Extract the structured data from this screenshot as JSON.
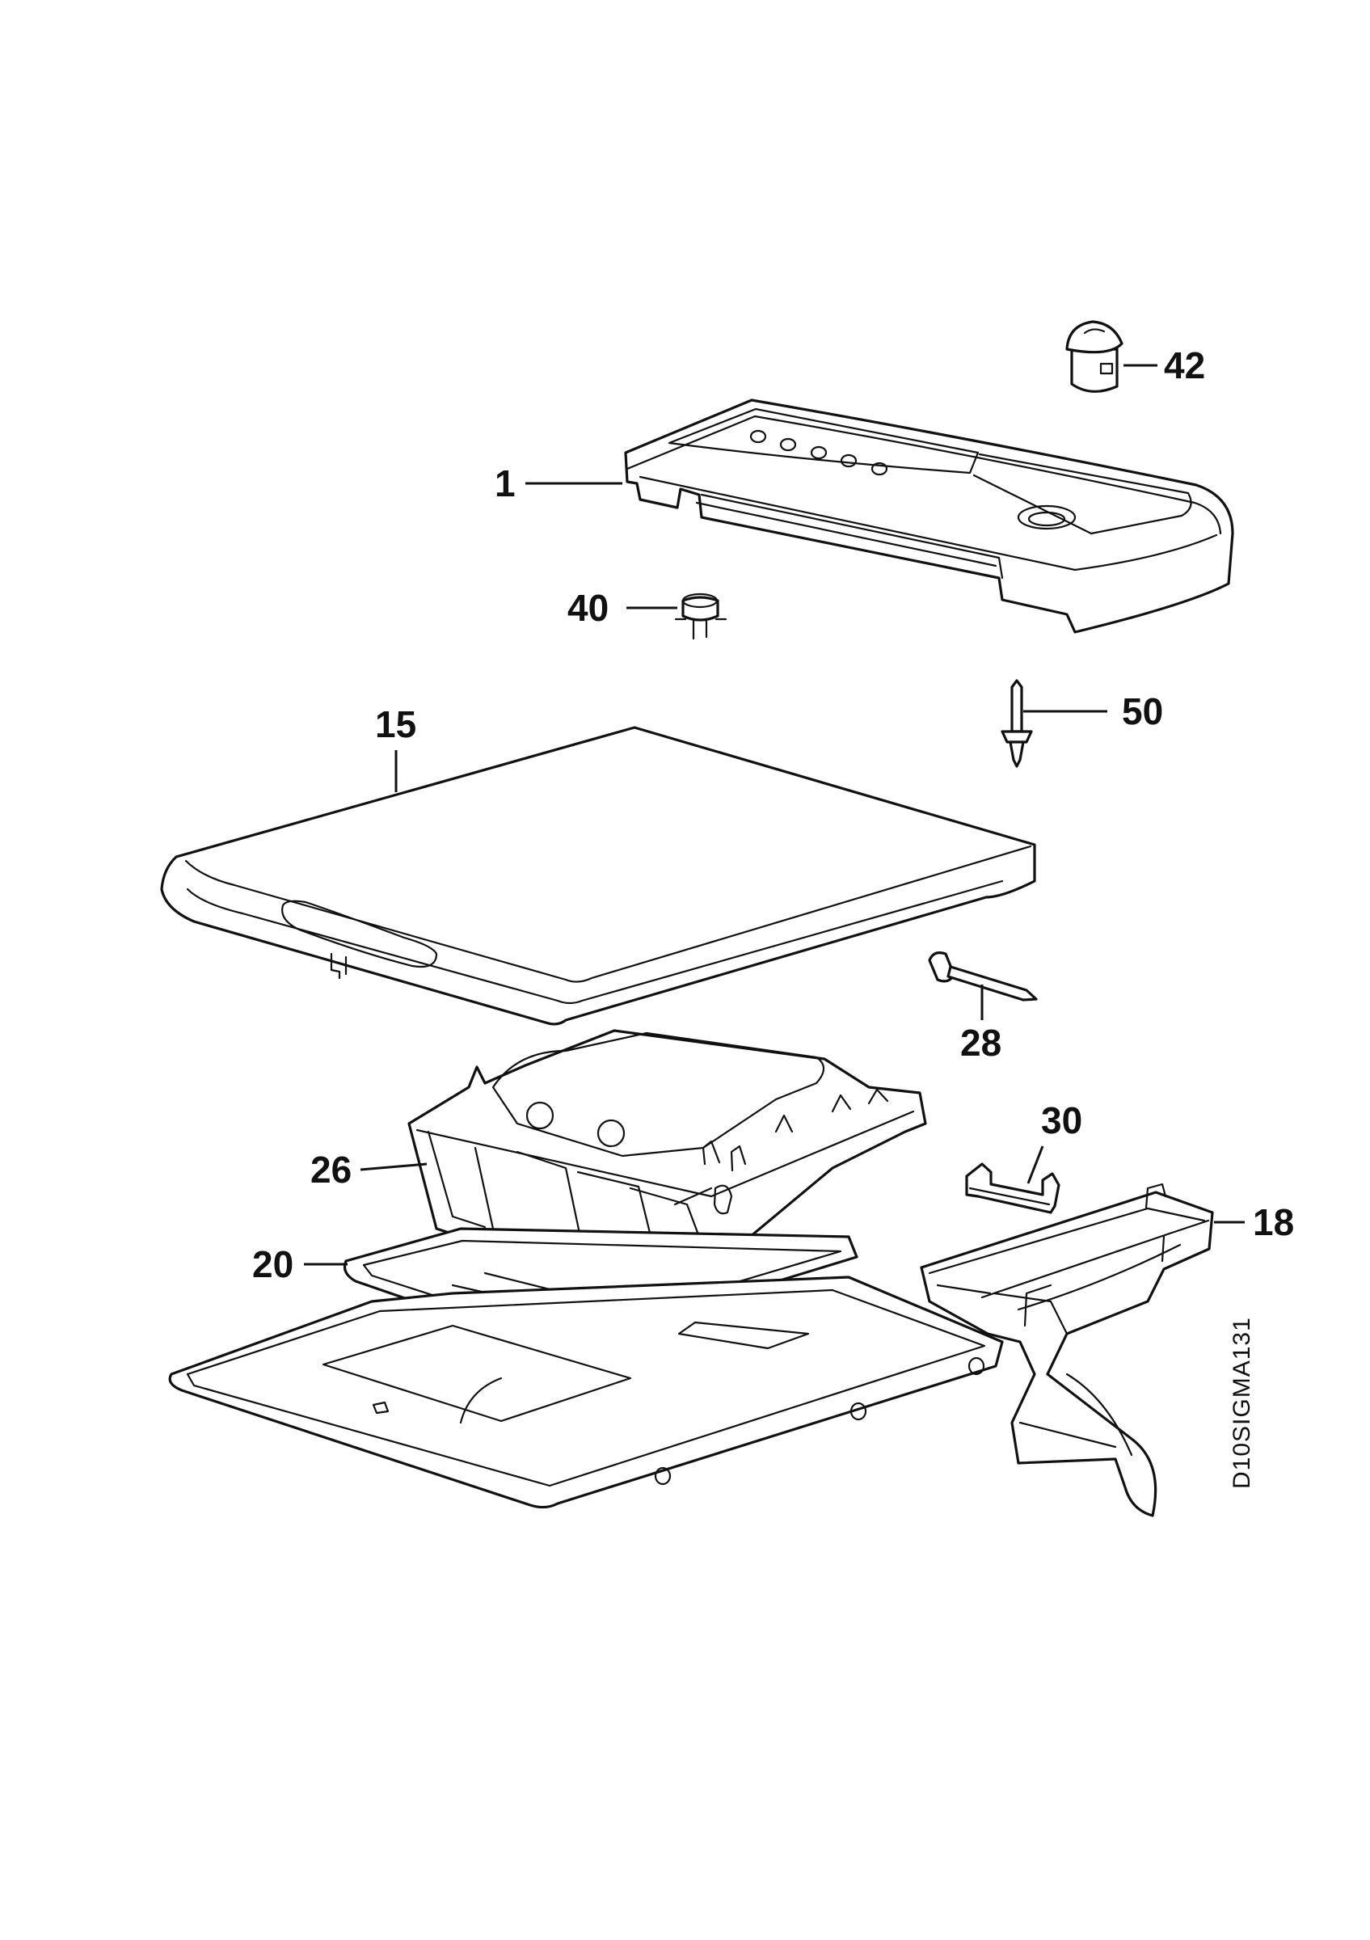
{
  "callouts": {
    "c1": "1",
    "c15": "15",
    "c18": "18",
    "c20": "20",
    "c26": "26",
    "c28": "28",
    "c30": "30",
    "c40": "40",
    "c42": "42",
    "c50": "50"
  },
  "drawing_code": "D10SIGMA131"
}
